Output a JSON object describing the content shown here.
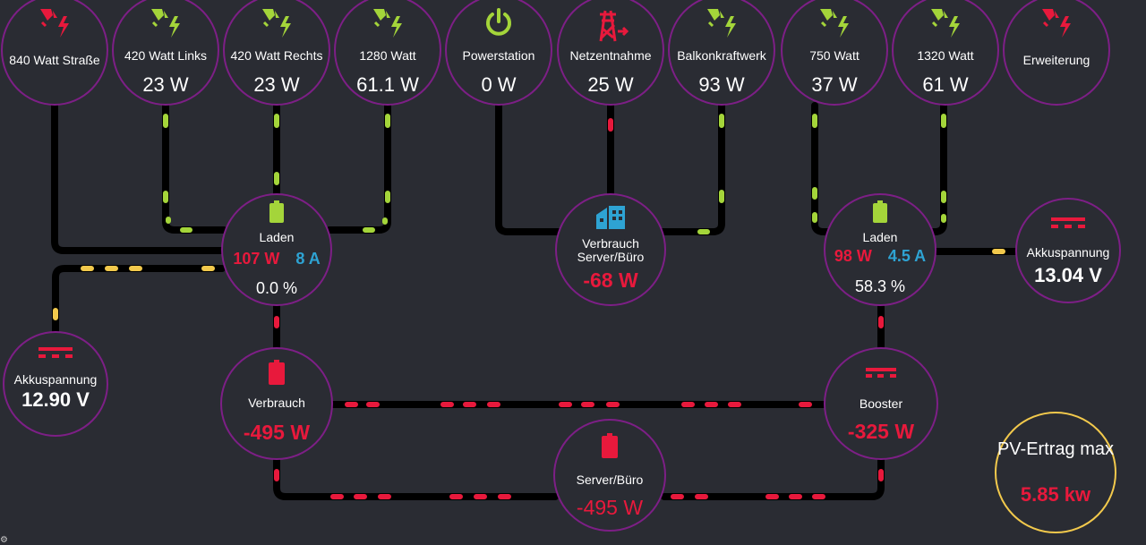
{
  "colors": {
    "background": "#2a2c33",
    "border": "#7d1f86",
    "solar": "#a4d53a",
    "grid": "#e8193c",
    "current": "#2ea3d3",
    "pv_border": "#f2c94c"
  },
  "top": [
    {
      "label": "840 Watt Straße",
      "value": "",
      "icon": "solar-panel-icon",
      "icon_color": "red"
    },
    {
      "label": "420 Watt Links",
      "value": "23 W",
      "icon": "solar-panel-icon",
      "icon_color": "green"
    },
    {
      "label": "420 Watt Rechts",
      "value": "23 W",
      "icon": "solar-panel-icon",
      "icon_color": "green"
    },
    {
      "label": "1280 Watt",
      "value": "61.1 W",
      "icon": "solar-panel-icon",
      "icon_color": "green"
    },
    {
      "label": "Powerstation",
      "value": "0 W",
      "icon": "power-icon",
      "icon_color": "green"
    },
    {
      "label": "Netzentnahme",
      "value": "25 W",
      "icon": "transmission-tower-icon",
      "icon_color": "red"
    },
    {
      "label": "Balkonkraftwerk",
      "value": "93 W",
      "icon": "solar-panel-icon",
      "icon_color": "green"
    },
    {
      "label": "750 Watt",
      "value": "37 W",
      "icon": "solar-panel-icon",
      "icon_color": "green"
    },
    {
      "label": "1320 Watt",
      "value": "61 W",
      "icon": "solar-panel-icon",
      "icon_color": "green"
    },
    {
      "label": "Erweiterung",
      "value": "",
      "icon": "solar-panel-icon",
      "icon_color": "red"
    }
  ],
  "charger_left": {
    "label": "Laden",
    "power": "107 W",
    "current": "8 A",
    "soc": "0.0 %",
    "icon": "battery-icon"
  },
  "consumer_center": {
    "label": "Verbrauch Server/Büro",
    "value": "-68 W",
    "icon": "office-building-icon"
  },
  "charger_right": {
    "label": "Laden",
    "power": "98 W",
    "current": "4.5 A",
    "soc": "58.3 %",
    "icon": "battery-icon"
  },
  "akku_right": {
    "label": "Akkuspannung",
    "value": "13.04 V",
    "icon": "dc-current-icon"
  },
  "akku_left": {
    "label": "Akkuspannung",
    "value": "12.90 V",
    "icon": "dc-current-icon"
  },
  "verbrauch": {
    "label": "Verbrauch",
    "value": "-495 W",
    "icon": "battery-low-icon"
  },
  "booster": {
    "label": "Booster",
    "value": "-325 W",
    "icon": "dc-current-icon"
  },
  "server": {
    "label": "Server/Büro",
    "value": "-495 W",
    "icon": "battery-low-icon"
  },
  "pv": {
    "title": "PV-Ertrag max",
    "value": "5.85 kw"
  }
}
